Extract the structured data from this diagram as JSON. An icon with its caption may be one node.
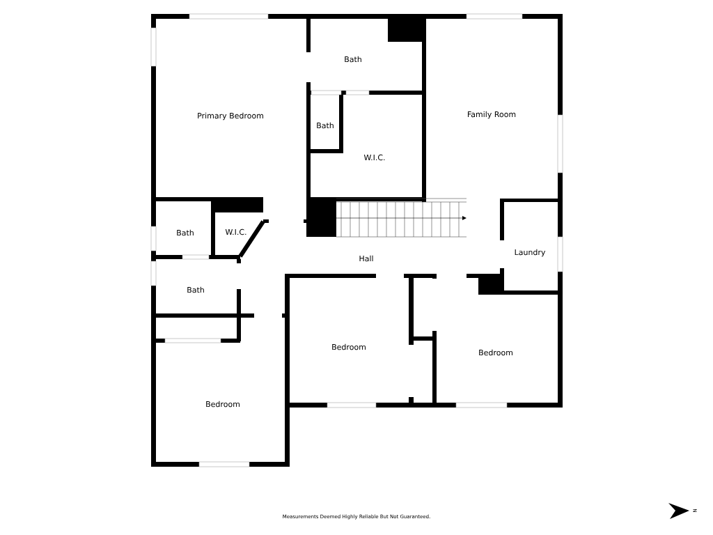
{
  "diagram": {
    "labels": [
      "Primary Bedroom",
      "Bath",
      "Bath",
      "W.I.C.",
      "Family Room",
      "Bath",
      "W.I.C.",
      "Hall",
      "Laundry",
      "Bath",
      "Bedroom",
      "Bedroom",
      "Bedroom",
      "Measurements Deemed Highly Reliable But Not Guaranteed.",
      "N"
    ]
  }
}
